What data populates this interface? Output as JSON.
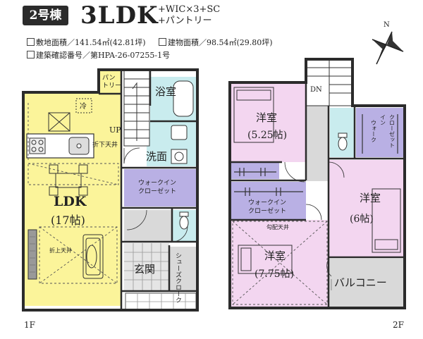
{
  "header": {
    "badge": "2号棟",
    "layout": "3LDK",
    "features_line1": "+WIC×3+SC",
    "features_line2": "+パントリー"
  },
  "info": {
    "land_area_label": "敷地面積",
    "land_area_value": "／141.54㎡(42.81坪)",
    "building_area_label": "建物面積",
    "building_area_value": "／98.54㎡(29.80坪)",
    "permit_label": "建築確認番号",
    "permit_value": "／第HPA-26-07255-1号"
  },
  "compass": {
    "north_label": "N"
  },
  "floor1": {
    "label": "1F",
    "pantry": "パントリー",
    "bath": "浴室",
    "washroom": "洗面",
    "ldk": "LDK",
    "ldk_size": "(17帖)",
    "wic": "ウォークイン\nクローゼット",
    "entrance": "玄関",
    "shoe_closet": "シューズクローク",
    "up": "UP",
    "ceiling_down_1": "折下天井",
    "ceiling_down_2": "折上天井",
    "ref": "冷"
  },
  "floor2": {
    "label": "2F",
    "dn": "DN",
    "room1": "洋室",
    "room1_size": "(5.25帖)",
    "room2": "洋室",
    "room2_size": "(6帖)",
    "room3": "洋室",
    "room3_size": "(7.75帖)",
    "wic_a": "ウォークイン\nクローゼット",
    "wic_b": "ウォークイン\nクローゼット",
    "balcony": "バルコニー",
    "ceiling_slope": "勾配天井"
  },
  "colors": {
    "ldk": "#fbf49a",
    "room": "#f3d6f0",
    "wic": "#b9b0e4",
    "wet": "#c9ecee",
    "grey": "#d9d9d9",
    "wall": "#2b2b2b"
  }
}
